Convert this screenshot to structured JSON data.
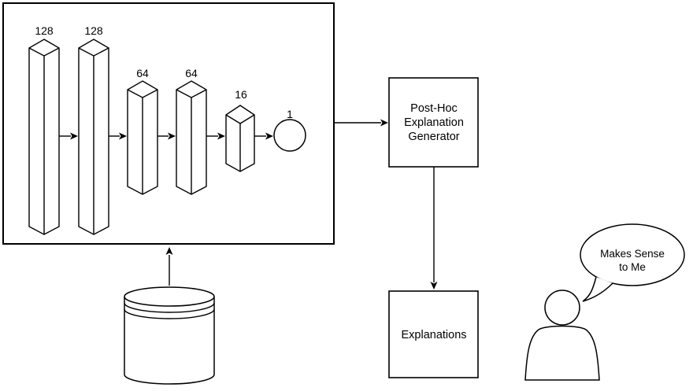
{
  "colors": {
    "stroke": "#000000",
    "background": "#ffffff",
    "text": "#000000"
  },
  "network": {
    "layer_labels": [
      "128",
      "128",
      "64",
      "64",
      "16"
    ],
    "output_label": "1"
  },
  "generator": {
    "lines": [
      "Post-Hoc",
      "Explanation",
      "Generator"
    ]
  },
  "explanations": {
    "label": "Explanations"
  },
  "speech_bubble": {
    "lines": [
      "Makes Sense",
      "to Me"
    ]
  }
}
